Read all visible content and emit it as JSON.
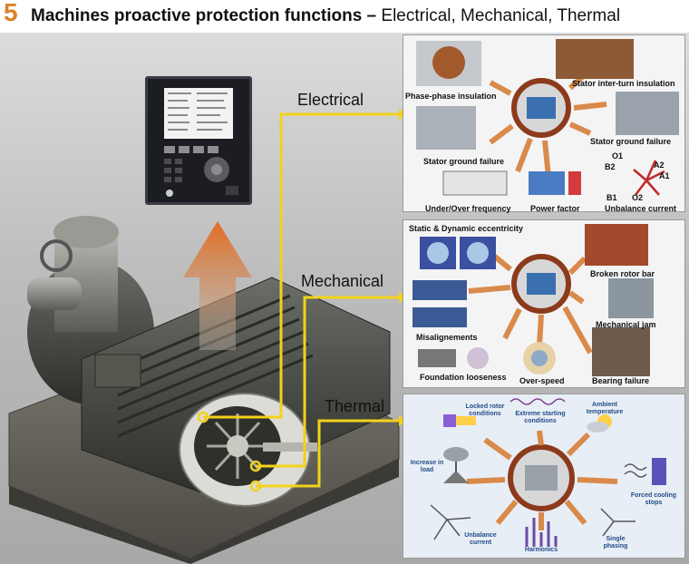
{
  "title": {
    "number": "5",
    "main": "Machines proactive protection functions –",
    "sub": "Electrical, Mechanical, Thermal"
  },
  "sections": {
    "electrical": "Electrical",
    "mechanical": "Mechanical",
    "thermal": "Thermal"
  },
  "electrical_items": [
    "Phase-phase insulation",
    "Stator inter-turn insulation",
    "Stator ground failure",
    "Stator ground failure",
    "Under/Over frequency",
    "Power factor",
    "Unbalance current"
  ],
  "phasor_labels": [
    "O1",
    "B2",
    "A2",
    "A1",
    "B1",
    "O2"
  ],
  "mechanical_items": [
    "Static & Dynamic eccentricity",
    "Broken rotor bar",
    "Mechanical jam",
    "Misalignements",
    "Foundation looseness",
    "Over-speed",
    "Bearing failure"
  ],
  "thermal_items": [
    "Locked rotor conditions",
    "Extreme starting conditions",
    "Ambient temperature",
    "Increase in load",
    "Forced cooling stops",
    "Unbalance current",
    "Harmonics",
    "Single phasing"
  ],
  "colors": {
    "title_number": "#d9822b",
    "connector": "#f2d21b",
    "arrow": "#d98a4a",
    "ring": "#8c3a1c",
    "upward_arrow": "#e36b1f"
  }
}
